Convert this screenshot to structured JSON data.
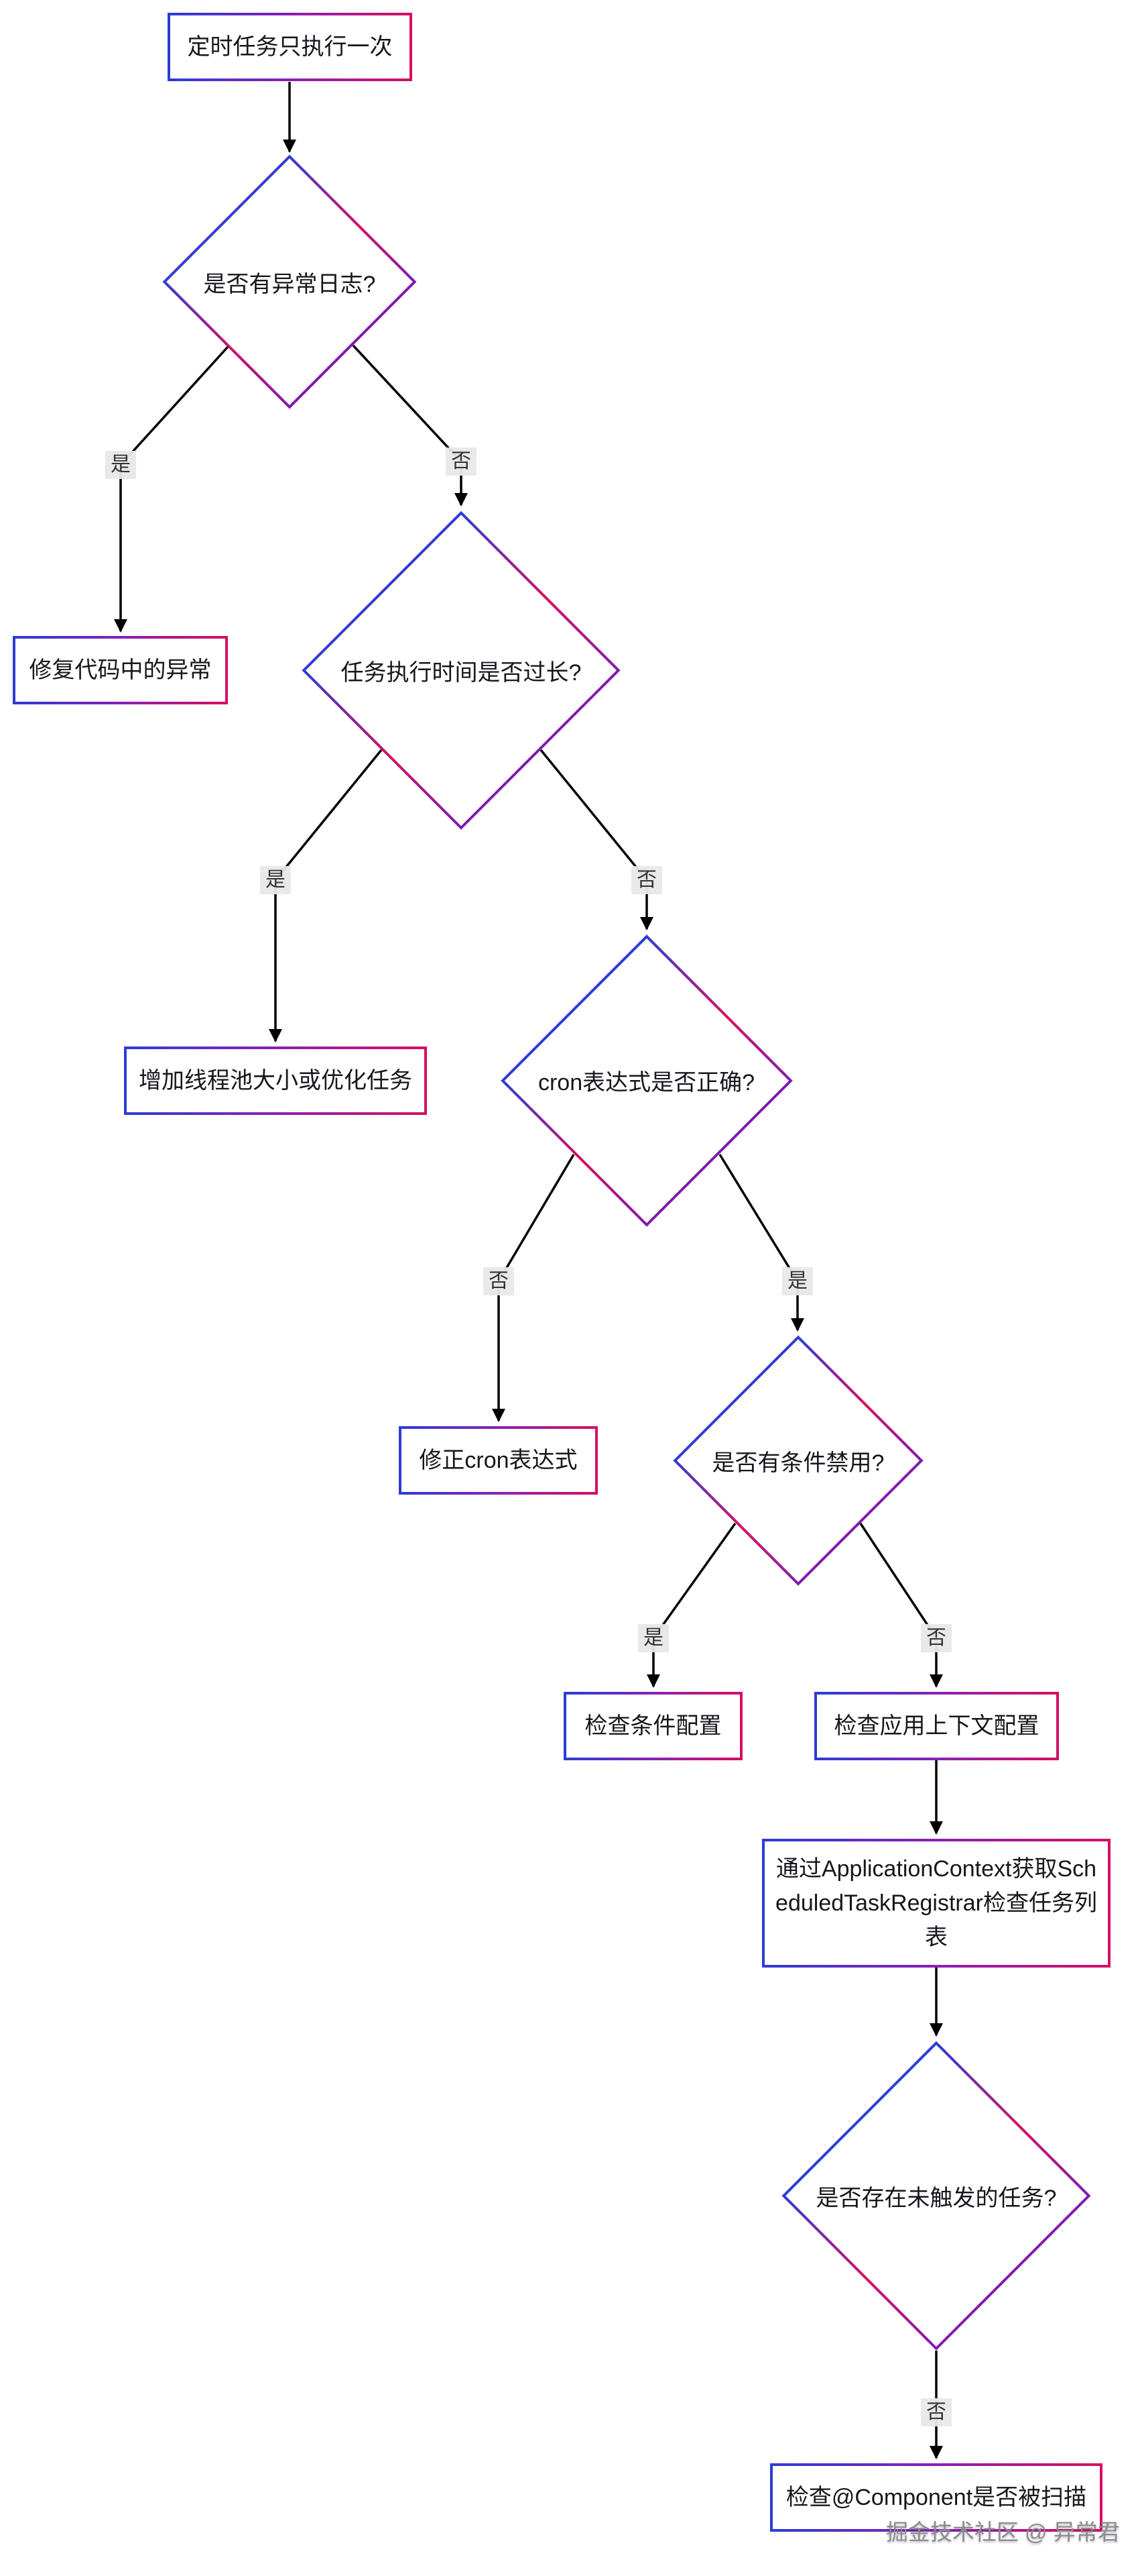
{
  "diagram": {
    "nodes": {
      "start": {
        "label": "定时任务只执行一次"
      },
      "has_error_log": {
        "label": "是否有异常日志?"
      },
      "fix_code": {
        "label": "修复代码中的异常"
      },
      "exec_too_long": {
        "label": "任务执行时间是否过长?"
      },
      "increase_pool": {
        "label": "增加线程池大小或优化任务"
      },
      "cron_correct": {
        "label": "cron表达式是否正确?"
      },
      "fix_cron": {
        "label": "修正cron表达式"
      },
      "conditional_disabled": {
        "label": "是否有条件禁用?"
      },
      "check_condition": {
        "label": "检查条件配置"
      },
      "check_context": {
        "label": "检查应用上下文配置"
      },
      "check_registrar": {
        "label": "通过ApplicationContext获取ScheduledTaskRegistrar检查任务列表"
      },
      "untriggered_tasks": {
        "label": "是否存在未触发的任务?"
      },
      "check_component": {
        "label": "检查@Component是否被扫描"
      }
    },
    "edge_labels": {
      "e1_yes": "是",
      "e1_no": "否",
      "e2_yes": "是",
      "e2_no": "否",
      "e3_no": "否",
      "e3_yes": "是",
      "e4_yes": "是",
      "e4_no": "否",
      "e5_no": "否"
    },
    "watermark": "掘金技术社区 @ 异常君",
    "colors": {
      "gradient_blue": "#2b3cd6",
      "gradient_crimson": "#d50f63",
      "gradient_purple": "#7d1bb0",
      "edge_line": "#000000",
      "edge_label_bg": "#e8e8e8",
      "node_fill": "#ffffff",
      "text": "#16161d"
    }
  }
}
